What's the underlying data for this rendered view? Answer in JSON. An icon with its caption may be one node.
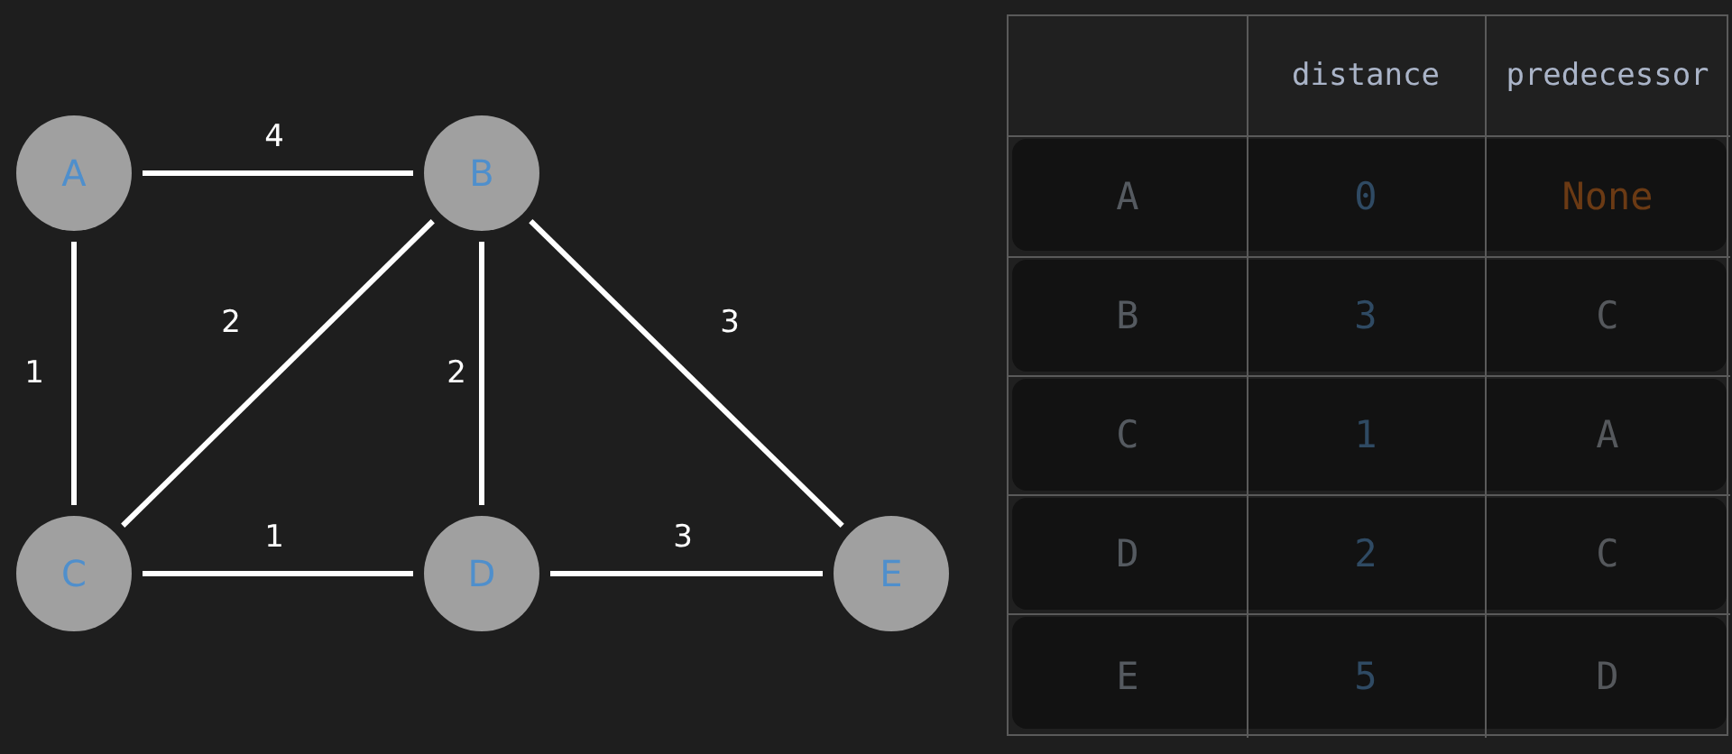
{
  "diagram": {
    "nodes": [
      {
        "text": [
          "A"
        ]
      },
      {
        "text": [
          "B"
        ]
      },
      {
        "text": [
          "C"
        ]
      },
      {
        "text": [
          "D"
        ]
      },
      {
        "text": [
          "E"
        ]
      }
    ],
    "edges": [
      {
        "from": 0,
        "to": 1,
        "arrow": "none",
        "label": "4"
      },
      {
        "from": 0,
        "to": 2,
        "arrow": "none",
        "label": "1"
      },
      {
        "from": 1,
        "to": 2,
        "arrow": "none",
        "label": "2"
      },
      {
        "from": 1,
        "to": 3,
        "arrow": "none",
        "label": "2"
      },
      {
        "from": 1,
        "to": 4,
        "arrow": "none",
        "label": "3"
      },
      {
        "from": 2,
        "to": 3,
        "arrow": "none",
        "label": "1"
      },
      {
        "from": 3,
        "to": 4,
        "arrow": "none",
        "label": "3"
      }
    ],
    "labels": [
      "distance",
      "predecessor",
      "A",
      "0",
      "None",
      "B",
      "3",
      "C",
      "C",
      "1",
      "A",
      "D",
      "2",
      "C",
      "E",
      "5",
      "D"
    ]
  }
}
